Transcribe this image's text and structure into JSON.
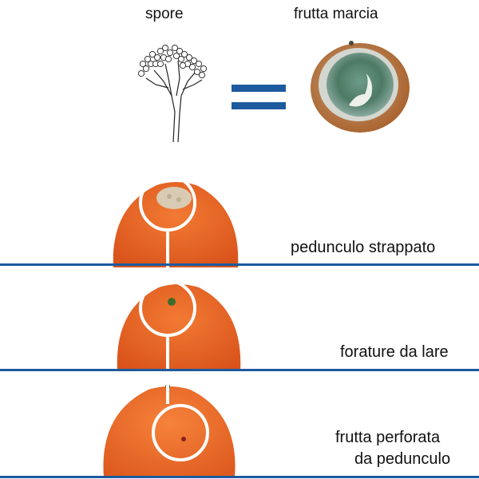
{
  "header": {
    "spore_label": "spore",
    "rotten_fruit_label": "frutta marcia"
  },
  "rows": [
    {
      "label": "pedunculo strappato"
    },
    {
      "label": "forature da lare"
    },
    {
      "label_line1": "frutta  perforata",
      "label_line2": "da pedunculo"
    }
  ],
  "colors": {
    "rule": "#1d5a9e",
    "equals": "#1d5a9e",
    "orange": "#e8611f",
    "mold": "#4d7a64"
  }
}
